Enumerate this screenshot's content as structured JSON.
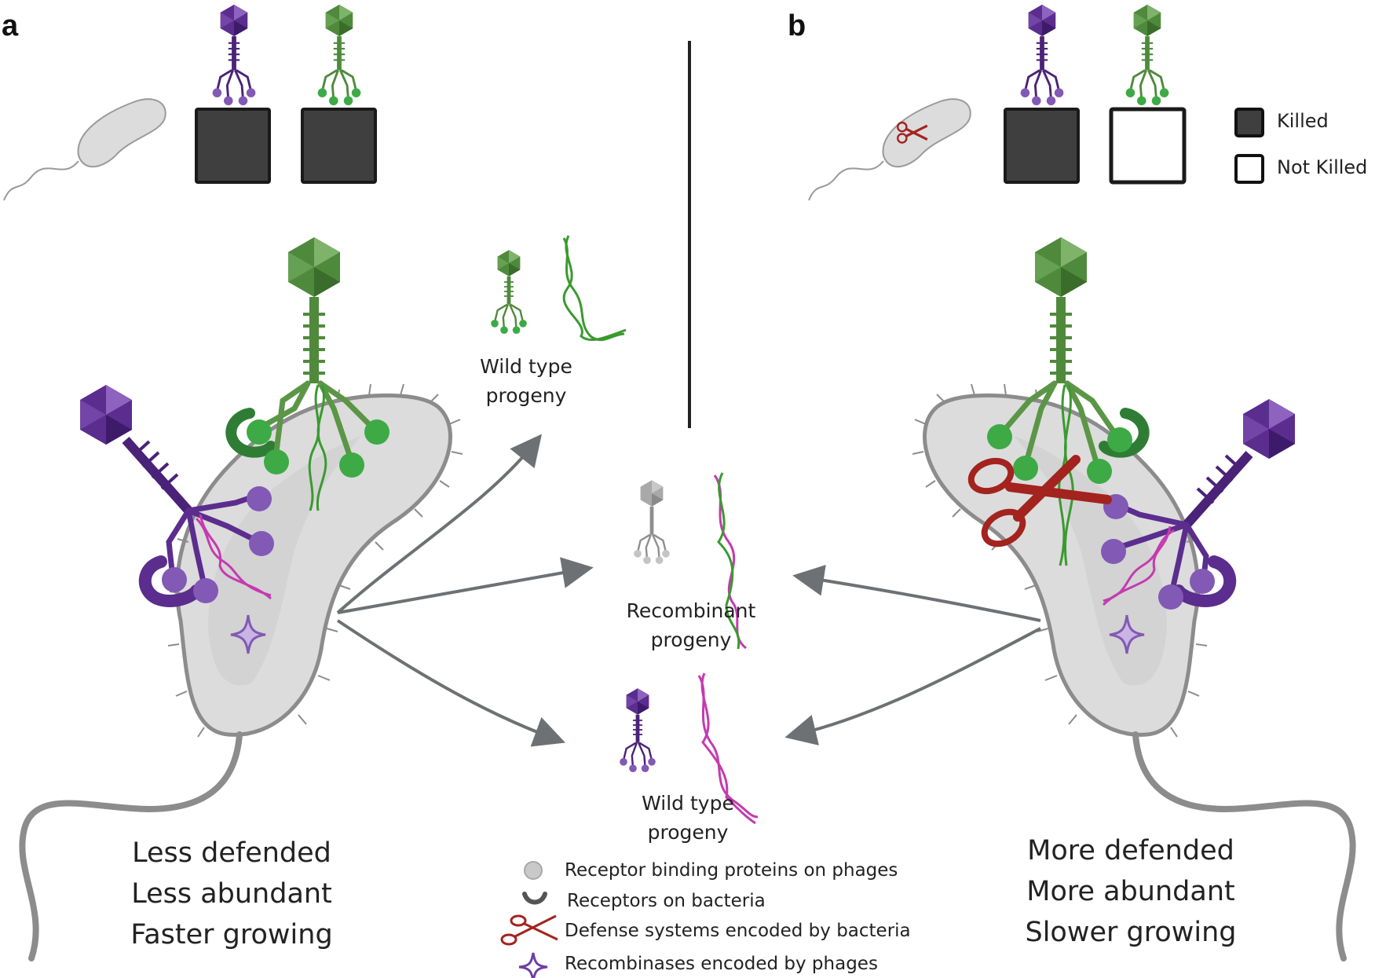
{
  "panels": {
    "a": {
      "label": "a",
      "outcomes": [
        "killed",
        "killed"
      ],
      "wild_type_caption": [
        "Wild type",
        "progeny"
      ],
      "traits": [
        "Less defended",
        "Less abundant",
        "Faster growing"
      ]
    },
    "b": {
      "label": "b",
      "outcomes": [
        "killed",
        "not-killed"
      ],
      "traits": [
        "More defended",
        "More abundant",
        "Slower growing"
      ]
    }
  },
  "progeny": {
    "recombinant": [
      "Recombinant",
      "progeny"
    ],
    "wild_type_purple": [
      "Wild type",
      "progeny"
    ]
  },
  "key": {
    "killed": "Killed",
    "not_killed": "Not Killed"
  },
  "legend": {
    "rbp": "Receptor binding proteins on phages",
    "receptors": "Receptors on bacteria",
    "defense": "Defense  systems encoded by bacteria",
    "recombinases": "Recombinases encoded by phages"
  },
  "colors": {
    "phage_purple": "#5b2d8e",
    "phage_purple_light": "#8e63c0",
    "phage_green": "#4f8a3c",
    "phage_green_light": "#7fb26a",
    "rbp_green": "#3daa45",
    "rbp_purple": "#8259b5",
    "dna_green": "#3a9a2f",
    "dna_magenta": "#c43bb0",
    "scissors_red": "#a3231f",
    "cell_fill": "#dedede",
    "cell_outline": "#8c8c8c",
    "killed_fill": "#3f3f3f",
    "arrow_gray": "#6e7174"
  }
}
